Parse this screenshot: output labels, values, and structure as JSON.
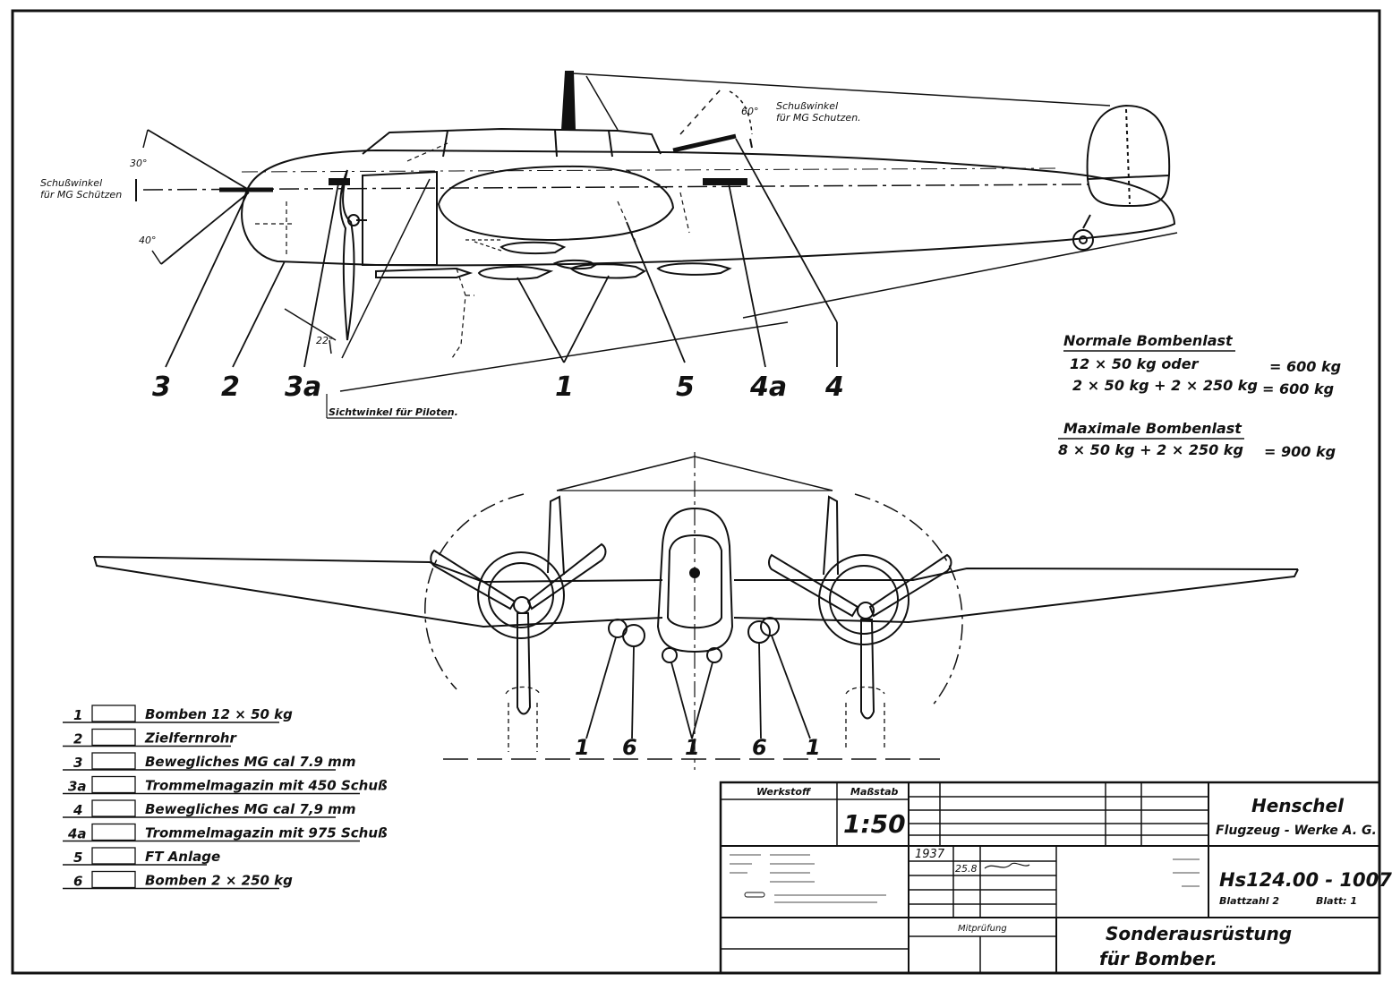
{
  "labels": {
    "gun_angle_rear": "Schußwinkel\nfür MG Schutzen.",
    "gun_angle_front": "Schußwinkel\nfür MG Schützen",
    "angle_60": "60°",
    "angle_30": "30°",
    "angle_40": "40°",
    "angle_22": "22°",
    "pilot_view": "Sichtwinkel für Piloten."
  },
  "side_callouts": [
    "3",
    "2",
    "3a",
    "1",
    "5",
    "4a",
    "4"
  ],
  "front_callouts": [
    "1",
    "6",
    "1",
    "6",
    "1"
  ],
  "bomb_load": {
    "normal_title": "Normale Bombenlast",
    "normal_line1": "12 × 50 kg   oder",
    "normal_line1_value": "= 600 kg",
    "normal_line2": "2 × 50 kg  +  2 × 250 kg",
    "normal_line2_value": "= 600 kg",
    "max_title": "Maximale Bombenlast",
    "max_line": "8 × 50 kg + 2 × 250 kg",
    "max_value": "= 900 kg"
  },
  "legend": [
    {
      "num": "1",
      "text": "Bomben  12 × 50 kg"
    },
    {
      "num": "2",
      "text": "Zielfernrohr"
    },
    {
      "num": "3",
      "text": "Bewegliches MG cal 7.9 mm"
    },
    {
      "num": "3a",
      "text": "Trommelmagazin mit 450 Schuß"
    },
    {
      "num": "4",
      "text": "Bewegliches MG cal 7,9 mm"
    },
    {
      "num": "4a",
      "text": "Trommelmagazin mit 975 Schuß"
    },
    {
      "num": "5",
      "text": "FT Anlage"
    },
    {
      "num": "6",
      "text": "Bomben  2 × 250 kg"
    }
  ],
  "title_block": {
    "werkstoff_label": "Werkstoff",
    "massstab_label": "Maßstab",
    "scale": "1:50",
    "company": "Henschel",
    "company_sub": "Flugzeug - Werke A. G.",
    "year": "1937",
    "date": "25.8",
    "drawing_no": "Hs124.00 - 1007",
    "sheet_count": "Blattzahl 2",
    "sheet": "Blatt: 1",
    "mitpruefung": "Mitprüfung",
    "title_line1": "Sonderausrüstung",
    "title_line2": "für Bomber."
  }
}
